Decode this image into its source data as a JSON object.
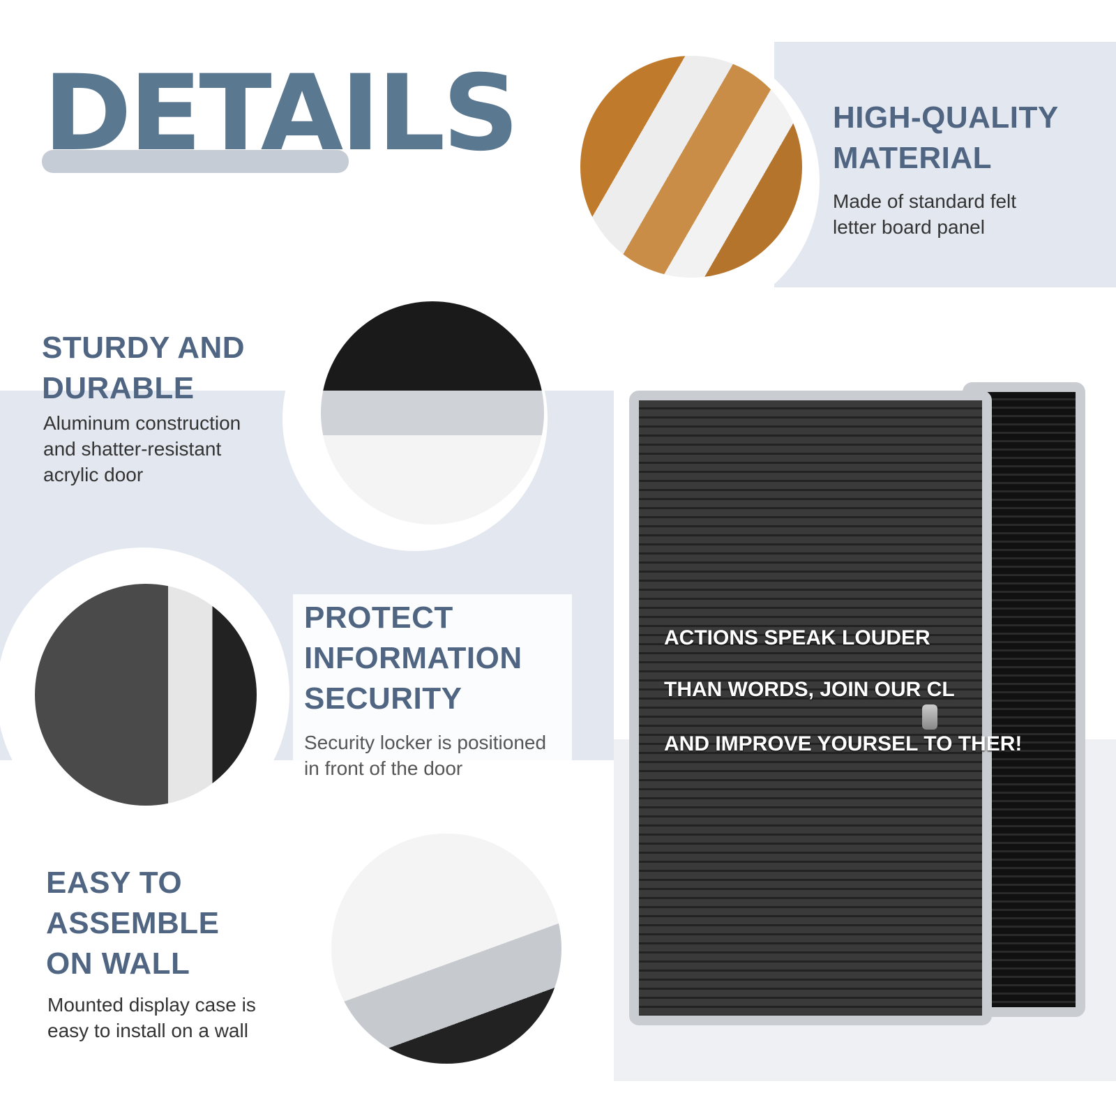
{
  "title": "DETAILS",
  "features": [
    {
      "heading": [
        "HIGH-QUALITY",
        "MATERIAL"
      ],
      "body": [
        "Made of standard felt",
        "letter board panel"
      ]
    },
    {
      "heading": [
        "STURDY AND",
        "DURABLE"
      ],
      "body": [
        "Aluminum construction",
        "and shatter-resistant",
        "acrylic door"
      ]
    },
    {
      "heading": [
        "PROTECT",
        "INFORMATION",
        "SECURITY"
      ],
      "body": [
        "Security locker is positioned",
        "in front of the door"
      ]
    },
    {
      "heading": [
        "EASY TO",
        "ASSEMBLE",
        "ON WALL"
      ],
      "body": [
        "Mounted display case is",
        "easy to install on a wall"
      ]
    }
  ],
  "board_text": [
    "ACTIONS SPEAK LOUDER",
    "THAN WORDS, JOIN OUR CL",
    "AND IMPROVE YOURSEL  TO  THER!"
  ],
  "colors": {
    "title": "#5b7891",
    "heading": "#4f6582",
    "band": "#e3e7ef"
  }
}
